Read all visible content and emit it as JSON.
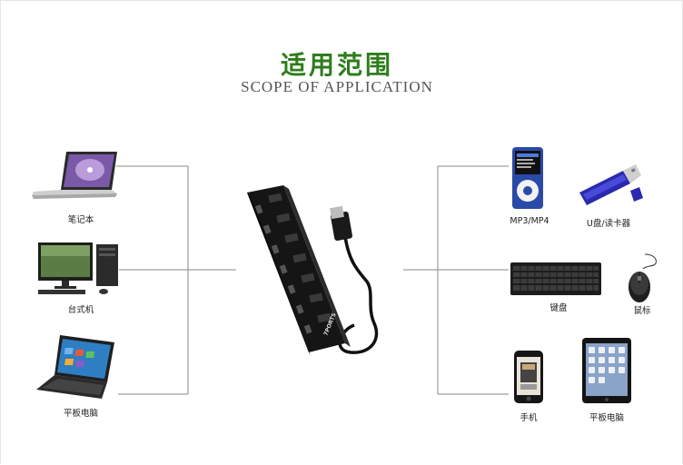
{
  "heading": {
    "title": "适用范围",
    "subtitle": "SCOPE OF APPLICATION"
  },
  "hub": {
    "brand_text": "7PORTS",
    "port_count": 7
  },
  "left_devices": [
    {
      "label": "笔记本",
      "icon": "laptop-icon"
    },
    {
      "label": "台式机",
      "icon": "desktop-computer-icon"
    },
    {
      "label": "平板电脑",
      "icon": "tablet-with-keyboard-icon"
    }
  ],
  "right_devices": [
    {
      "label": "MP3/MP4",
      "icon": "mp3-player-icon"
    },
    {
      "label": "U盘/读卡器",
      "icon": "usb-flash-drive-icon"
    },
    {
      "label": "键盘",
      "icon": "keyboard-icon"
    },
    {
      "label": "鼠标",
      "icon": "mouse-icon"
    },
    {
      "label": "手机",
      "icon": "phone-icon"
    },
    {
      "label": "平板电脑",
      "icon": "tablet-icon"
    }
  ],
  "colors": {
    "title": "#2e7d1c",
    "lines": "#888888",
    "device": "#1a1a1a"
  }
}
